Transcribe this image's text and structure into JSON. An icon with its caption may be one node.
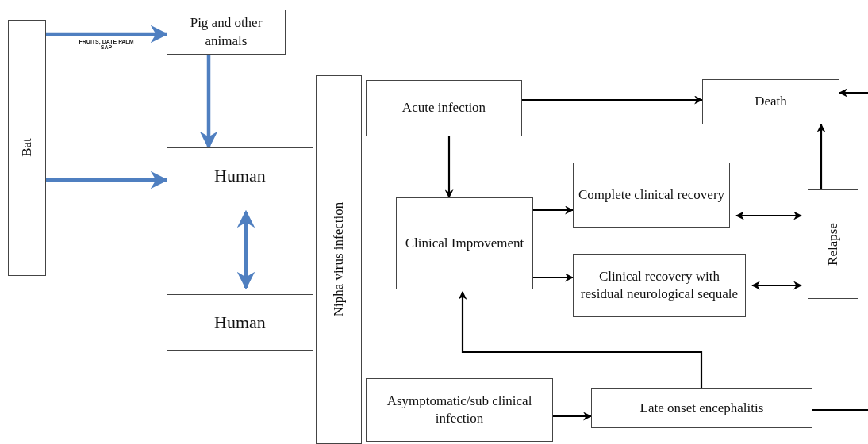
{
  "diagram": {
    "nodes": [
      {
        "text": [
          "Bat"
        ]
      },
      {
        "text": [
          "Pig and other animals"
        ]
      },
      {
        "text": [
          "Human"
        ]
      },
      {
        "text": [
          "Human"
        ]
      },
      {
        "text": [
          "Nipha virus infection"
        ]
      },
      {
        "text": [
          "Acute infection"
        ]
      },
      {
        "text": [
          "Death"
        ]
      },
      {
        "text": [
          "Clinical Improvement"
        ]
      },
      {
        "text": [
          "Complete clinical recovery"
        ]
      },
      {
        "text": [
          "Clinical recovery with residual neurological sequale"
        ]
      },
      {
        "text": [
          "Relapse"
        ]
      },
      {
        "text": [
          "Asymptomatic/sub clinical infection"
        ]
      },
      {
        "text": [
          "Late onset encephalitis"
        ]
      }
    ],
    "edges": [
      {
        "from": 0,
        "to": 1,
        "arrow": "to",
        "label": "FRUITS, DATE PALM SAP",
        "style": "thick",
        "color": "#4f7fc0"
      },
      {
        "from": 1,
        "to": 2,
        "arrow": "to",
        "style": "thick",
        "color": "#4f7fc0"
      },
      {
        "from": 0,
        "to": 2,
        "arrow": "to",
        "style": "thick",
        "color": "#4f7fc0"
      },
      {
        "from": 2,
        "to": 3,
        "arrow": "both",
        "style": "thick",
        "color": "#4f7fc0"
      },
      {
        "from": 5,
        "to": 6,
        "arrow": "to"
      },
      {
        "from": 5,
        "to": 7,
        "arrow": "to"
      },
      {
        "from": 7,
        "to": 8,
        "arrow": "to"
      },
      {
        "from": 7,
        "to": 9,
        "arrow": "to"
      },
      {
        "from": 8,
        "to": 10,
        "arrow": "both"
      },
      {
        "from": 9,
        "to": 10,
        "arrow": "both"
      },
      {
        "from": 10,
        "to": 6,
        "arrow": "to"
      },
      {
        "from": 11,
        "to": 12,
        "arrow": "to"
      },
      {
        "from": 12,
        "to": 7,
        "arrow": "to"
      },
      {
        "from": 12,
        "to": null,
        "arrow": "none"
      },
      {
        "from": null,
        "to": 6,
        "arrow": "to"
      }
    ]
  }
}
